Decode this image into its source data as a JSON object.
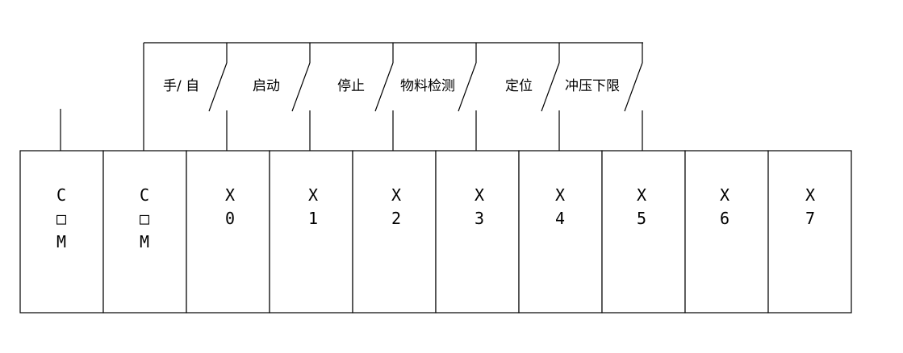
{
  "terminals": [
    {
      "lines": [
        "C",
        "□",
        "M"
      ]
    },
    {
      "lines": [
        "C",
        "□",
        "M"
      ]
    },
    {
      "lines": [
        "X",
        "0"
      ]
    },
    {
      "lines": [
        "X",
        "1"
      ]
    },
    {
      "lines": [
        "X",
        "2"
      ]
    },
    {
      "lines": [
        "X",
        "3"
      ]
    },
    {
      "lines": [
        "X",
        "4"
      ]
    },
    {
      "lines": [
        "X",
        "5"
      ]
    },
    {
      "lines": [
        "X",
        "6"
      ]
    },
    {
      "lines": [
        "X",
        "7"
      ]
    }
  ],
  "switches": [
    {
      "label": "手/ 自",
      "terminal": "X0"
    },
    {
      "label": "启动",
      "terminal": "X1"
    },
    {
      "label": "停止",
      "terminal": "X2"
    },
    {
      "label": "物料检测",
      "terminal": "X3"
    },
    {
      "label": "定位",
      "terminal": "X4"
    },
    {
      "label": "冲压下限",
      "terminal": "X5"
    }
  ]
}
